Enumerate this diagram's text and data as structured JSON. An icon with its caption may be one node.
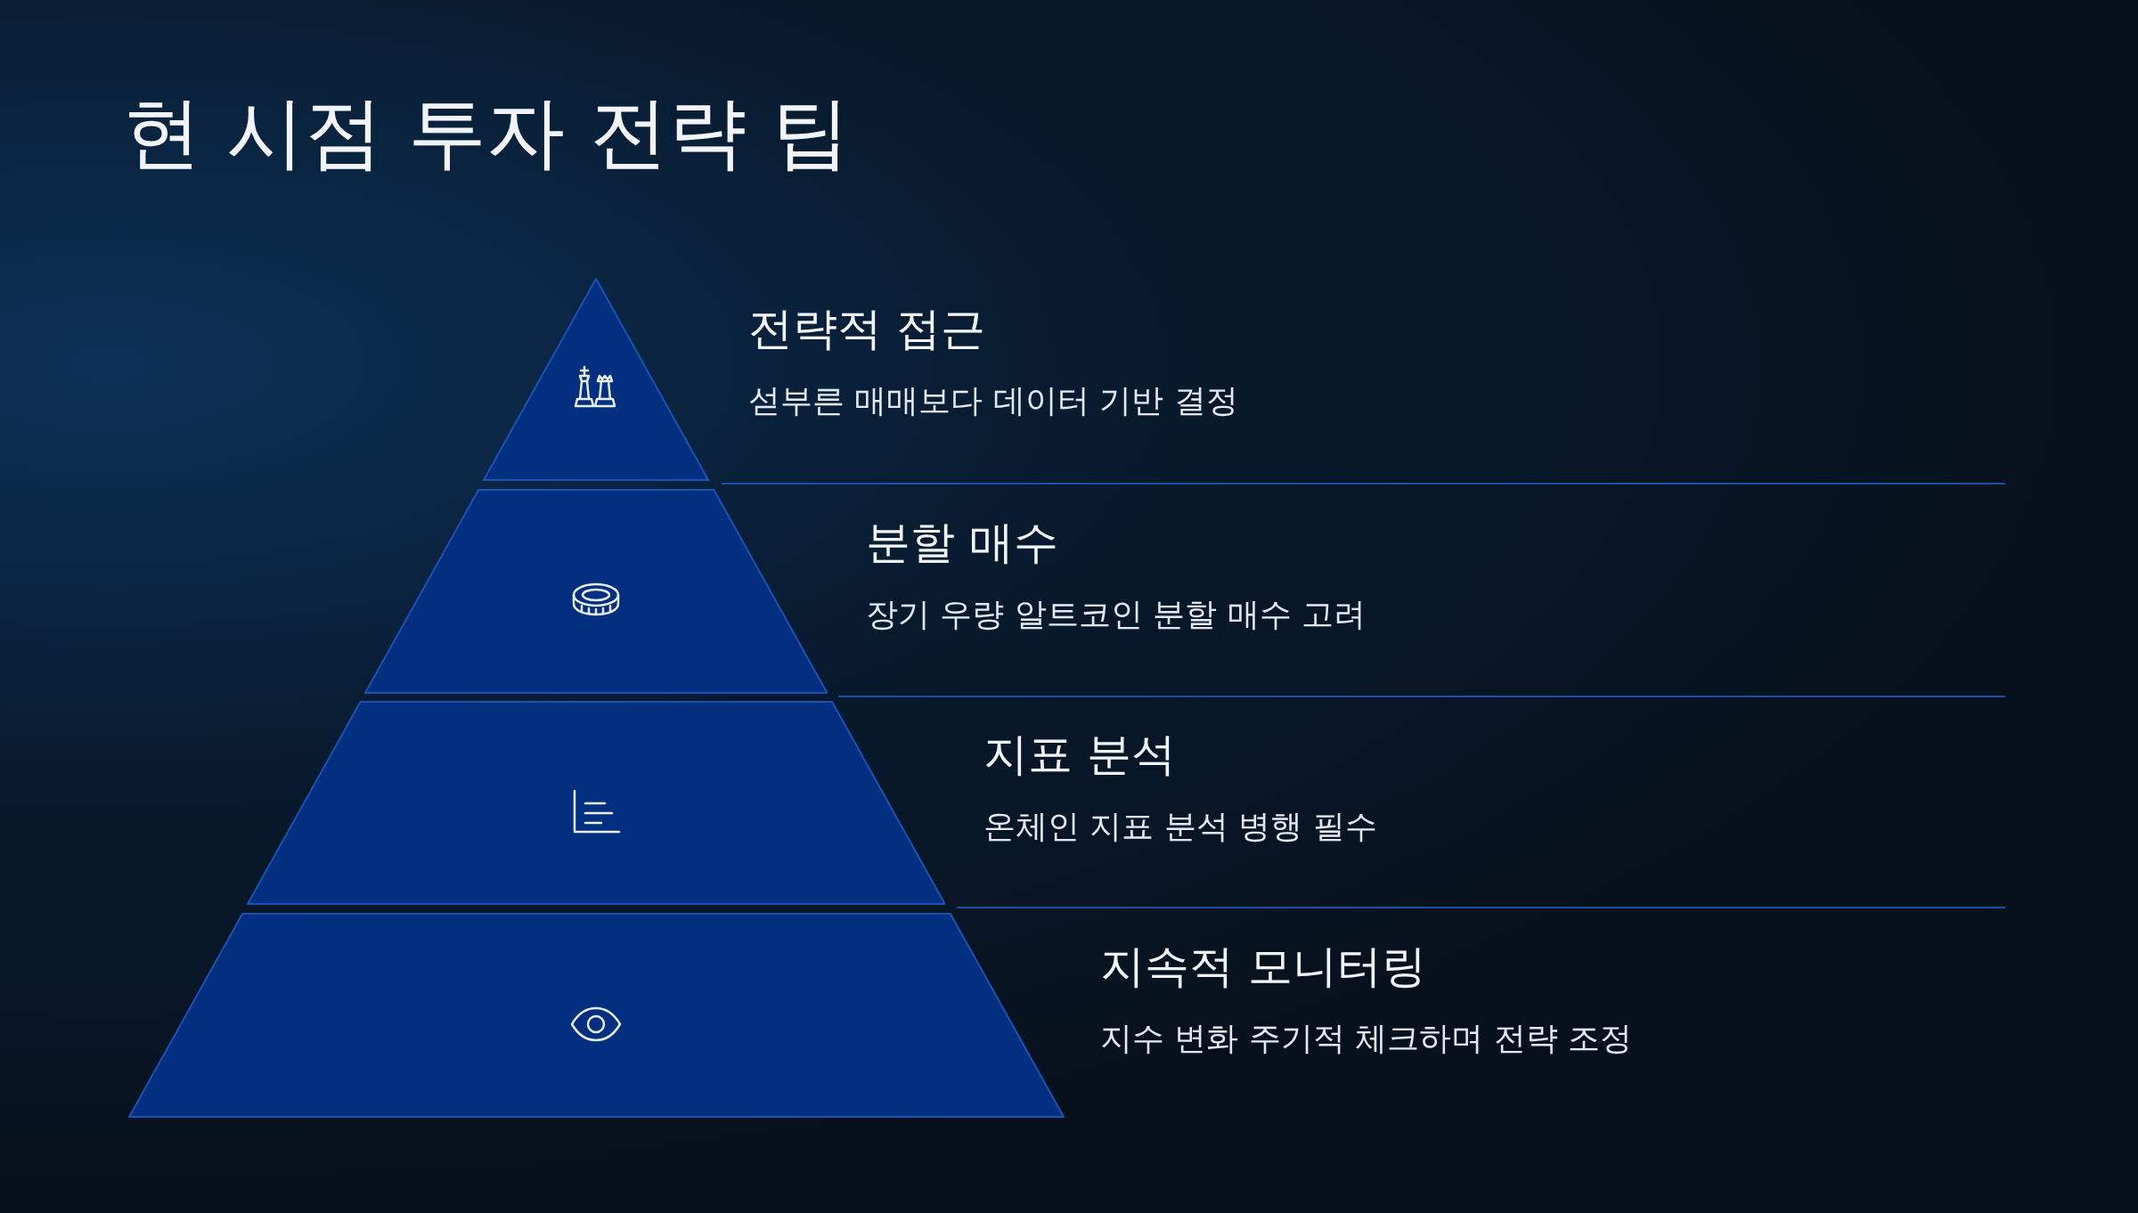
{
  "diagram": {
    "title": "현 시점 투자 전략 팁",
    "nodes": [
      {
        "text": [],
        "shape": "triangle",
        "beside": [
          "전략적 접근",
          "섣부른 매매보다 데이터 기반 결정"
        ]
      },
      {
        "text": [],
        "shape": "trapezoid",
        "beside": [
          "분할 매수",
          "장기 우량 알트코인 분할 매수 고려"
        ]
      },
      {
        "text": [],
        "shape": "trapezoid",
        "beside": [
          "지표 분석",
          "온체인 지표 분석 병행 필수"
        ]
      },
      {
        "text": [],
        "shape": "trapezoid",
        "beside": [
          "지속적 모니터링",
          "지수 변화 주기적 체크하며 전략 조정"
        ]
      }
    ]
  }
}
